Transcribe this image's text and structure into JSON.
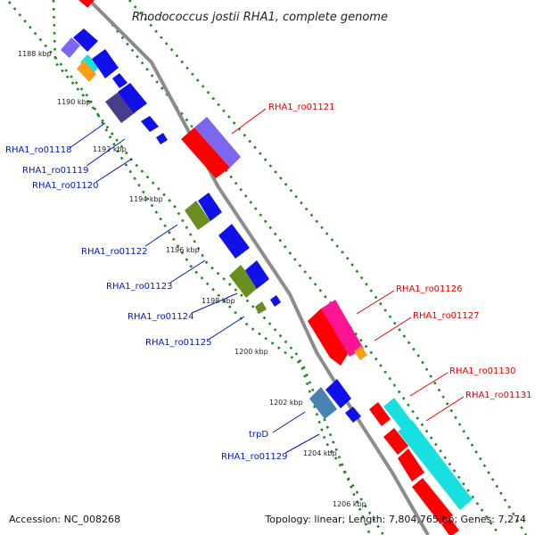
{
  "title": "Rhodococcus jostii RHA1, complete genome",
  "footer": {
    "accession": "Accession: NC_008268",
    "summary": "Topology: linear; Length: 7,804,765 bp; Genes: 7,274"
  },
  "colors": {
    "backbone": "#8c8c8c",
    "tick": "#1e8a1e",
    "left_label": "#0018b4",
    "right_label": "#e00000",
    "blue": "#1010e8",
    "violet": "#7b68ee",
    "dark_slate": "#483d8b",
    "cyan": "#18e0e0",
    "orange": "#ff9c18",
    "olive": "#6b8e23",
    "steel": "#4682b4",
    "red": "#ff0000",
    "pink": "#ff1493"
  },
  "ruler": [
    {
      "kbp": 1188,
      "label": "1188 kbp"
    },
    {
      "kbp": 1190,
      "label": "1190 kbp"
    },
    {
      "kbp": 1192,
      "label": "1192 kbp"
    },
    {
      "kbp": 1194,
      "label": "1194 kbp"
    },
    {
      "kbp": 1196,
      "label": "1196 kbp"
    },
    {
      "kbp": 1198,
      "label": "1198 kbp"
    },
    {
      "kbp": 1200,
      "label": "1200 kbp"
    },
    {
      "kbp": 1202,
      "label": "1202 kbp"
    },
    {
      "kbp": 1204,
      "label": "1204 kbp"
    },
    {
      "kbp": 1206,
      "label": "1206 kbp"
    }
  ],
  "left_labels": [
    "RHA1_ro01118",
    "RHA1_ro01119",
    "RHA1_ro01120",
    "RHA1_ro01122",
    "RHA1_ro01123",
    "RHA1_ro01124",
    "RHA1_ro01125",
    "trpD",
    "RHA1_ro01129"
  ],
  "right_labels": [
    "RHA1_ro01121",
    "RHA1_ro01126",
    "RHA1_ro01127",
    "RHA1_ro01130",
    "RHA1_ro01131"
  ]
}
